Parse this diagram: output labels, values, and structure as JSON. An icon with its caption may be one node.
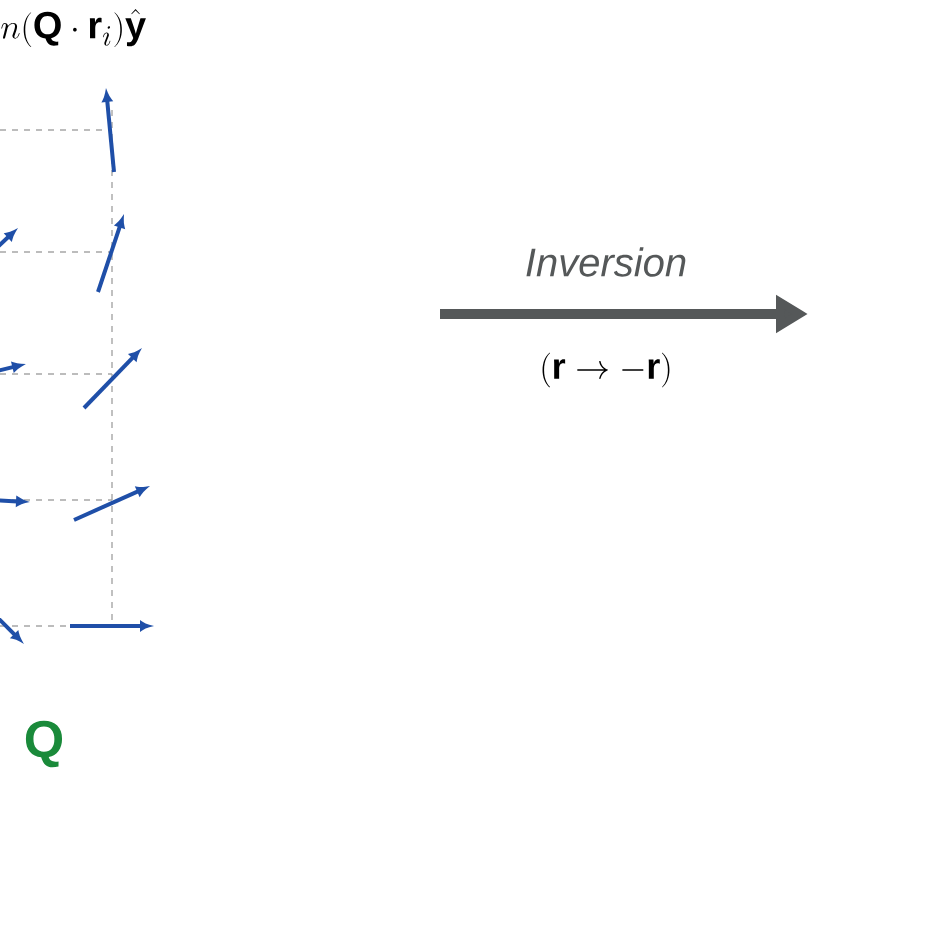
{
  "diagram": {
    "labels": [
      "n(\\mathbf{Q}\\cdot\\mathbf{r}_i)\\hat{\\mathbf{y}}",
      "Inversion",
      "(\\mathbf{r}\\rightarrow -\\mathbf{r})",
      "Q"
    ]
  }
}
